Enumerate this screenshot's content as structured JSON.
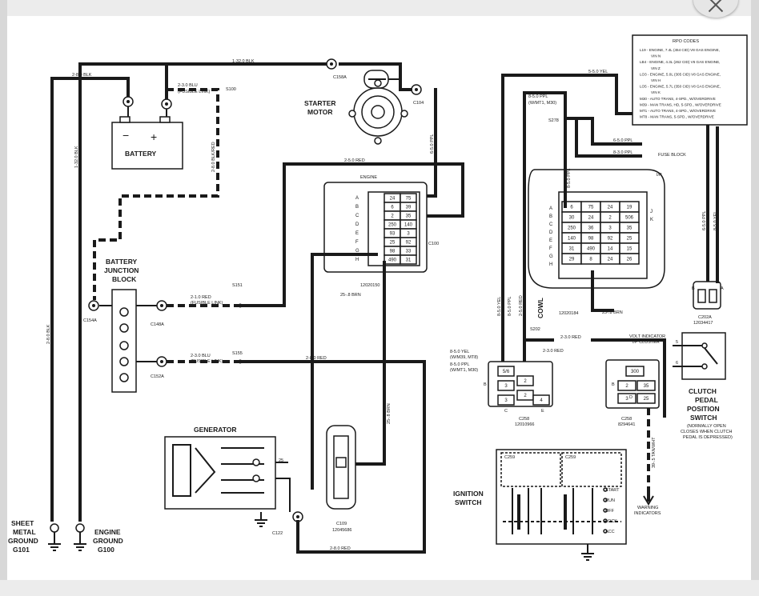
{
  "components": {
    "battery": "BATTERY",
    "starter": [
      "STARTER",
      "MOTOR"
    ],
    "battery_junction": [
      "BATTERY",
      "JUNCTION",
      "BLOCK"
    ],
    "generator": "GENERATOR",
    "cowl": "COWL",
    "ignition": [
      "IGNITION",
      "SWITCH"
    ],
    "clutch": [
      "CLUTCH",
      "PEDAL",
      "POSITION",
      "SWITCH"
    ],
    "clutch_note": [
      "(NORMALLY OPEN",
      "CLOSES WHEN CLUTCH",
      "PEDAL IS DEPRESSED)"
    ],
    "sheet_ground": [
      "SHEET",
      "METAL",
      "GROUND",
      "G101"
    ],
    "engine_ground": [
      "ENGINE",
      "GROUND",
      "G100"
    ],
    "engine": "ENGINE",
    "ip": "I/P",
    "fuse_block": "FUSE BLOCK",
    "volt_indicator": [
      "VOLT INDICATOR",
      "I/P CLUSTER"
    ],
    "warning": [
      "WARNING",
      "INDICATORS"
    ]
  },
  "rpo": {
    "title": "RPO CODES",
    "lines": [
      "L19 - ENGINE, 7.4L (454 CID) V8 GAS ENGINE,",
      "VIN N",
      "LB4 - ENGINE, 4.3L (262 CID) V6 GAS ENGINE,",
      "VIN Z",
      "LO3 - ENGINE, 5.0L (305 CID) V8 GAS ENGINE,",
      "VIN H",
      "LO5 - ENGINE, 5.7L (350 CID) V8 GAS ENGINE,",
      "VIN K",
      "M30 - AUTO TRANS, 4-SPD., W/OVERDRIVE",
      "M39 - MAN TRANS, HD, 5-SPD., W/OVERDRIVE",
      "MT1 - AUTO TRANS, 4-SPD., W/OVERDRIVE",
      "MT8 - MAN TRANS, 5-SPD., W/OVERDRIVE"
    ]
  },
  "connectors": {
    "c158a": "C158A",
    "c104": "C104",
    "s100": "S100",
    "c154a": "C154A",
    "c148a": "C148A",
    "c152a": "C152A",
    "s151": "S151",
    "s155": "S155",
    "c100": "C100",
    "c100p": "12020150",
    "c109": "C109",
    "c109p": "12045686",
    "c122": "C122",
    "s278": "S278",
    "s202": "S202",
    "c258a": "C258",
    "c258ap": "12010966",
    "c258b": "C258",
    "c258bp": "8294641",
    "c202a": "C202A",
    "c202ap": "12034417",
    "cowlp": "12020184"
  },
  "wires": {
    "blk1": "1-32.0 BLK",
    "blk2": "2-8.0 BLK",
    "blu_fl": "2-3.0 BLU",
    "fusible": "(FUSIBLE LINK)",
    "blk_vert": "1-32.0 BLK",
    "blk_fl": "2-8.0 BLK/RED",
    "ppl": "6-5.0 PPL",
    "red1": "2-5.0 RED",
    "red_fl": "2-1.0 RED",
    "blu2": "2-3.0 BLU",
    "red2": "2-8.0 RED",
    "brn1": "25-.8 BRN",
    "brn2": "25-.8 BRN",
    "blk_g": "2-8.0 BLK",
    "red3": "2-8.0 RED",
    "yel1": "5-5.0 YEL",
    "ppl2": "8-5.0 PPL",
    "mt1": "(W/MT1, M30)",
    "ppl3": "6-5.0 PPL",
    "ppl4": "8-3.0 PPL",
    "yel2": "8-5.0 YEL",
    "yel_note": "(W/M39, MT8)",
    "ppl5": "8-5.0 PPL",
    "mt1b": "(W/MT1, M30)",
    "red4": "2-3.0 RED",
    "red5": "2-3.0 RED",
    "brn3": "25-.8 BRN",
    "tan": "39-.5 TAN/WHT",
    "ppl6": "6-5.0 PPL",
    "yel3": "8-5.0 YEL",
    "red6": "2-5.0 RED",
    "ppl7": "8-5.0 PPL"
  },
  "c100_pins": [
    "24",
    "75",
    "6",
    "39",
    "2",
    "35",
    "250",
    "140",
    "93",
    "3",
    "25",
    "92",
    "98",
    "33",
    "490",
    "31"
  ],
  "cowl_pins": [
    "6",
    "75",
    "24",
    "19",
    "30",
    "24",
    "2",
    "506",
    "250",
    "36",
    "3",
    "35",
    "140",
    "98",
    "92",
    "25",
    "31",
    "490",
    "14",
    "15",
    "29",
    "8",
    "24",
    "26"
  ],
  "c258a_pins": [
    "5/6",
    "2",
    "3",
    "2",
    "3",
    "4"
  ],
  "c258b_pins": [
    "300",
    "2",
    "35",
    "3",
    "25"
  ],
  "ign_labels": {
    "start": "START",
    "run": "RUN",
    "off": "OFF",
    "lock": "LOCK",
    "acc": "ACC",
    "c1": "C259",
    "c2": "C259"
  },
  "letters_c100": [
    "A",
    "B",
    "C",
    "D",
    "E",
    "F",
    "G",
    "H"
  ],
  "letters_cowl": [
    "A",
    "B",
    "C",
    "D",
    "E",
    "F",
    "G",
    "H"
  ],
  "letters_cowl_r": [
    "J",
    "K"
  ]
}
